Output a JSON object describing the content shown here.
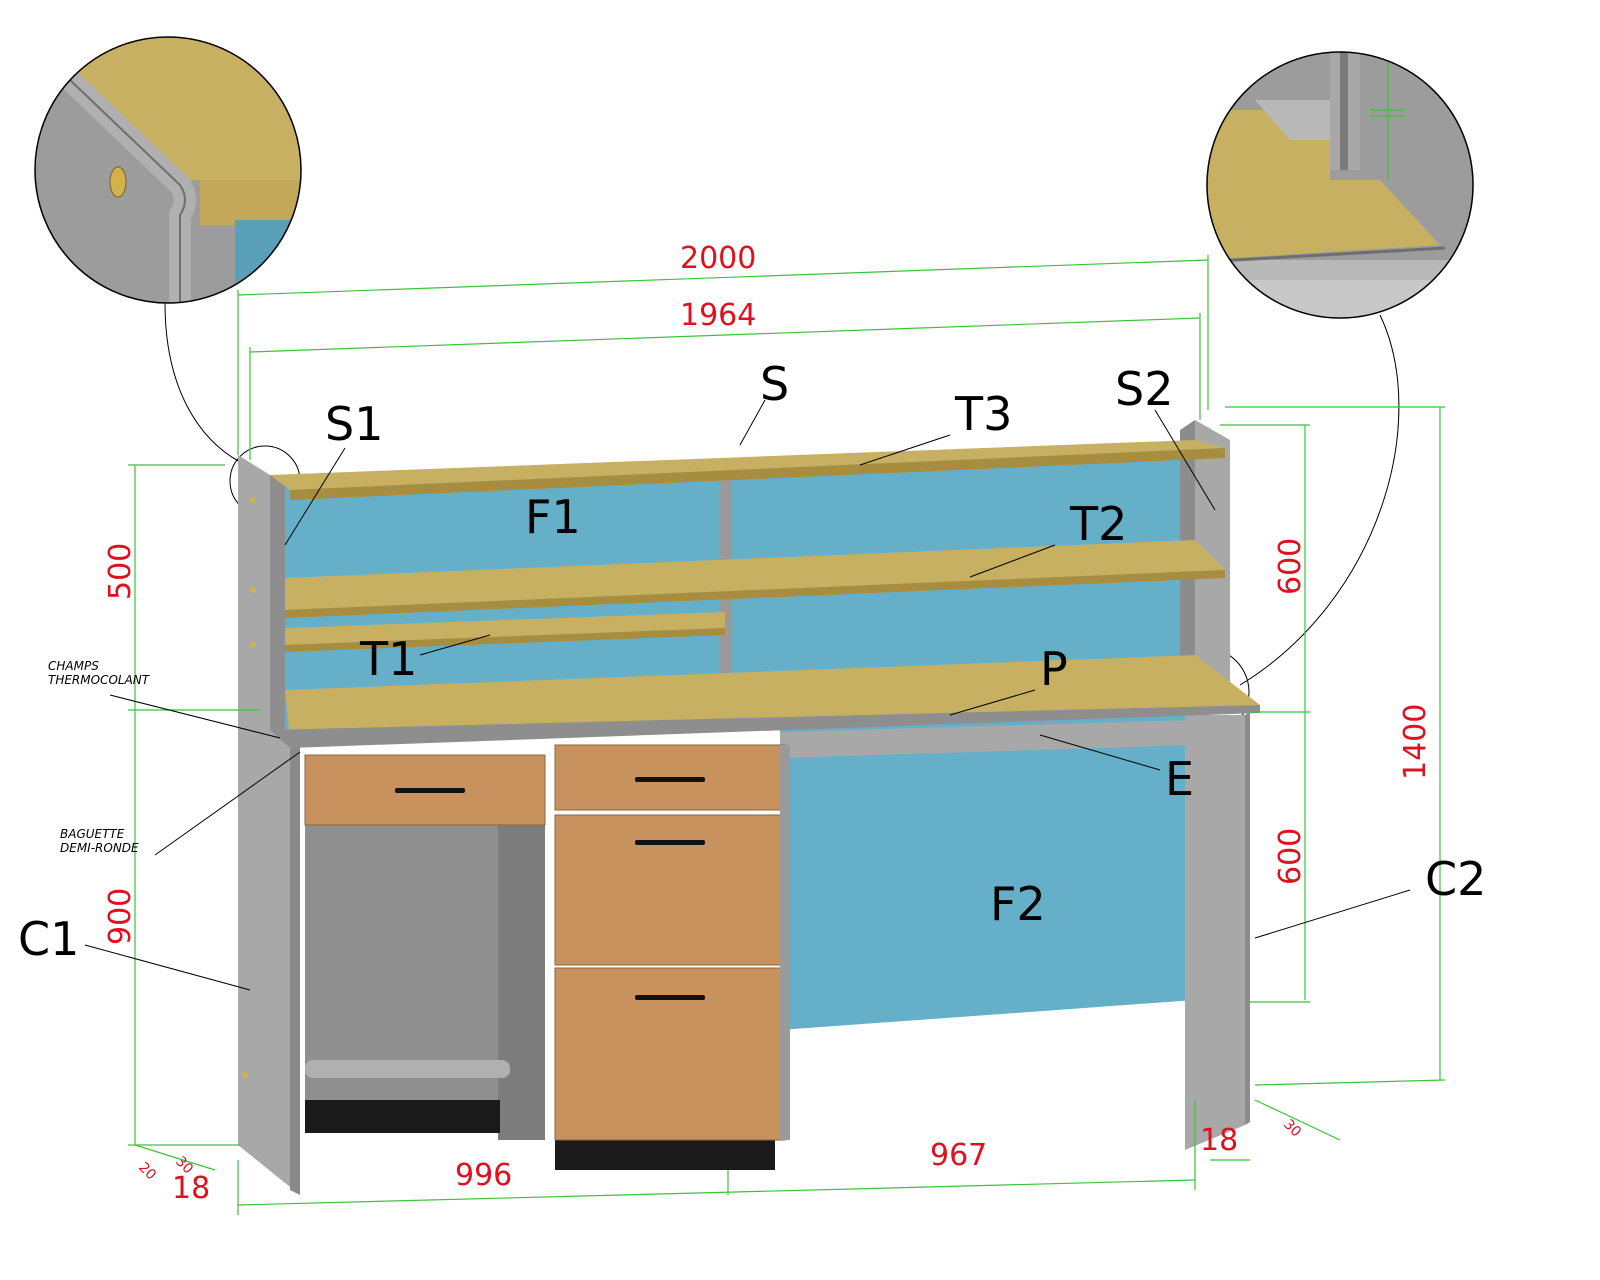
{
  "labels": {
    "S": "S",
    "S1": "S1",
    "S2": "S2",
    "T1": "T1",
    "T2": "T2",
    "T3": "T3",
    "F1": "F1",
    "F2": "F2",
    "P": "P",
    "E": "E",
    "C1": "C1",
    "C2": "C2"
  },
  "notes": {
    "champs_line1": "CHAMPS",
    "champs_line2": "THERMOCOLANT",
    "baguette_line1": "BAGUETTE",
    "baguette_line2": "DEMI-RONDE"
  },
  "dimensions": {
    "width_total": "2000",
    "width_inner": "1964",
    "upper_height_left": "500",
    "lower_height_left": "900",
    "upper_height_right": "600",
    "lower_height_right": "600",
    "total_height": "1400",
    "left_panel_thickness": "18",
    "right_panel_thickness": "18",
    "left_section_width": "996",
    "right_section_width": "967",
    "depth_left_a": "20",
    "depth_left_b": "30",
    "depth_right": "30"
  },
  "colors": {
    "wood": "#c8b062",
    "panel_blue": "#65b0c8",
    "side_gray": "#a4a4a4",
    "drawer": "#c8925e",
    "dimension_red": "#e0101e",
    "dimension_green": "#39c43a"
  }
}
